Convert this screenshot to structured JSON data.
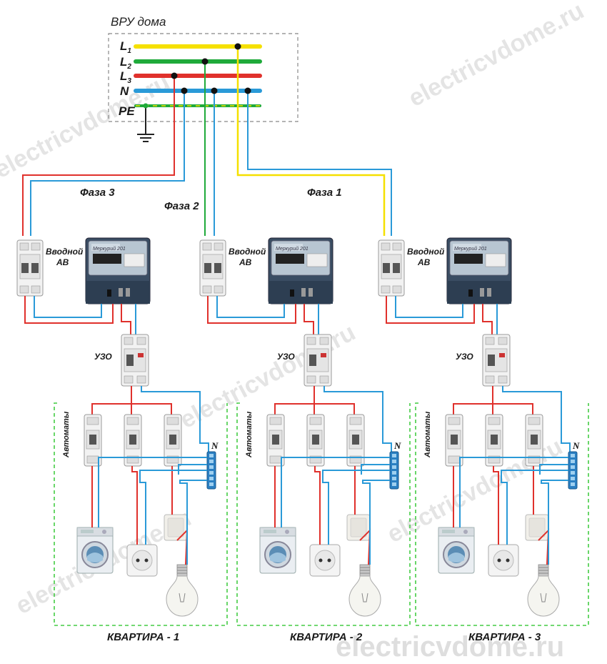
{
  "vru": {
    "title": "ВРУ дома",
    "buses": [
      {
        "main": "L",
        "sub": "1",
        "color": "#f5e000"
      },
      {
        "main": "L",
        "sub": "2",
        "color": "#1faa3a"
      },
      {
        "main": "L",
        "sub": "3",
        "color": "#e0312c"
      },
      {
        "main": "N",
        "sub": "",
        "color": "#2a9ad8"
      },
      {
        "main": "PE",
        "sub": "",
        "color": "#1faa3a"
      }
    ]
  },
  "phases": [
    "Фаза 3",
    "Фаза 2",
    "Фаза 1"
  ],
  "meter_brand": "Меркурий 201",
  "intro_label_line1": "Вводной",
  "intro_label_line2": "АВ",
  "rcd_label": "УЗО",
  "breakers_label": "Автоматы",
  "n_bus_label": "N",
  "apartments": [
    "КВАРТИРА - 1",
    "КВАРТИРА - 2",
    "КВАРТИРА - 3"
  ],
  "watermark": "electricvdome.ru",
  "colors": {
    "phase": "#e0312c",
    "neutral": "#2a9ad8",
    "yellow": "#f5e000",
    "green": "#1faa3a",
    "dashed_frame": "#44cc44",
    "vru_frame": "#888888"
  }
}
